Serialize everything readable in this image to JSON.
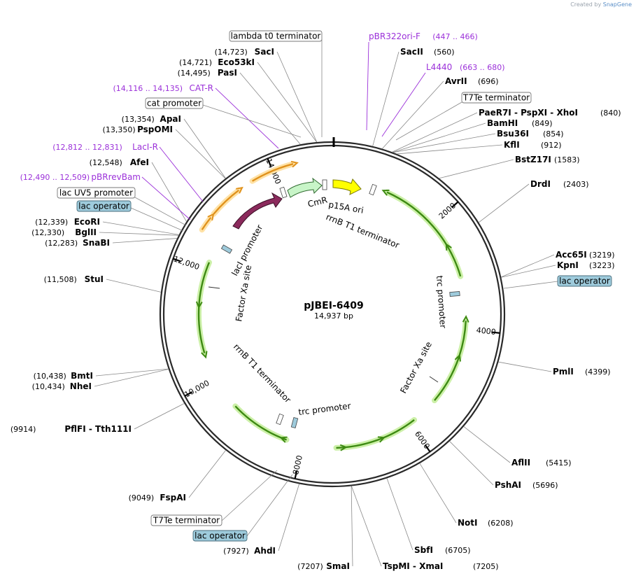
{
  "credit": {
    "prefix": "Created by",
    "brand": "SnapGene"
  },
  "plasmid": {
    "name": "pJBEI-6409",
    "length_label": "14,937 bp",
    "length": 14937
  },
  "colors": {
    "backbone": "#2a2a2a",
    "enzyme": "#000000",
    "primer": "#9b30d9",
    "leader": "#888888",
    "feature_label_border": "#777777",
    "lac_operator_fill": "#9ecbdc",
    "cds_green": "#3d8a12",
    "cds_glow": "#ccf0a8",
    "cds_orange": "#e0921c",
    "cds_orange_glow": "#ffe2a6",
    "laci": "#8b2a5c",
    "cmr": "#c8f5c8",
    "p15a": "#ffff00"
  },
  "ticks": [
    {
      "bp": 2000,
      "label": "2000"
    },
    {
      "bp": 4000,
      "label": "4000"
    },
    {
      "bp": 6000,
      "label": "6000"
    },
    {
      "bp": 8000,
      "label": "8000"
    },
    {
      "bp": 10000,
      "label": "10,000"
    },
    {
      "bp": 12000,
      "label": "12,000"
    },
    {
      "bp": 14000,
      "label": "14,000"
    }
  ],
  "enzymes_right": [
    {
      "name": "SacII",
      "pos": "(560)",
      "bp": 560
    },
    {
      "name": "AvrII",
      "pos": "(696)",
      "bp": 696
    },
    {
      "name": "PaeR7I  -  PspXI  -  XhoI",
      "pos": "(840)",
      "bp": 840
    },
    {
      "name": "BamHI",
      "pos": "(849)",
      "bp": 849
    },
    {
      "name": "Bsu36I",
      "pos": "(854)",
      "bp": 854
    },
    {
      "name": "KflI",
      "pos": "(912)",
      "bp": 912
    },
    {
      "name": "BstZ17I",
      "pos": "(1583)",
      "bp": 1583
    },
    {
      "name": "DrdI",
      "pos": "(2403)",
      "bp": 2403
    },
    {
      "name": "Acc65I",
      "pos": "(3219)",
      "bp": 3219
    },
    {
      "name": "KpnI",
      "pos": "(3223)",
      "bp": 3223
    },
    {
      "name": "PmlI",
      "pos": "(4399)",
      "bp": 4399
    },
    {
      "name": "AflII",
      "pos": "(5415)",
      "bp": 5415
    },
    {
      "name": "PshAI",
      "pos": "(5696)",
      "bp": 5696
    },
    {
      "name": "NotI",
      "pos": "(6208)",
      "bp": 6208
    },
    {
      "name": "SbfI",
      "pos": "(6705)",
      "bp": 6705
    },
    {
      "name": "TspMI  -  XmaI",
      "pos": "(7205)",
      "bp": 7205
    }
  ],
  "enzymes_left": [
    {
      "name": "SacI",
      "pos": "(14,723)",
      "bp": 14723
    },
    {
      "name": "Eco53kI",
      "pos": "(14,721)",
      "bp": 14721
    },
    {
      "name": "PasI",
      "pos": "(14,495)",
      "bp": 14495
    },
    {
      "name": "ApaI",
      "pos": "(13,354)",
      "bp": 13354
    },
    {
      "name": "PspOMI",
      "pos": "(13,350)",
      "bp": 13350
    },
    {
      "name": "AfeI",
      "pos": "(12,548)",
      "bp": 12548
    },
    {
      "name": "EcoRI",
      "pos": "(12,339)",
      "bp": 12339
    },
    {
      "name": "BglII",
      "pos": "(12,330)",
      "bp": 12330
    },
    {
      "name": "SnaBI",
      "pos": "(12,283)",
      "bp": 12283
    },
    {
      "name": "StuI",
      "pos": "(11,508)",
      "bp": 11508
    },
    {
      "name": "BmtI",
      "pos": "(10,438)",
      "bp": 10438
    },
    {
      "name": "NheI",
      "pos": "(10,434)",
      "bp": 10434
    },
    {
      "name": "PflFI  -  Tth111I",
      "pos": "(9914)",
      "bp": 9914
    },
    {
      "name": "FspAI",
      "pos": "(9049)",
      "bp": 9049
    },
    {
      "name": "AhdI",
      "pos": "(7927)",
      "bp": 7927
    },
    {
      "name": "SmaI",
      "pos": "(7207)",
      "bp": 7207
    }
  ],
  "primers": [
    {
      "name": "pBR322ori-F",
      "pos": "(447 .. 466)",
      "bp": 456
    },
    {
      "name": "L4440",
      "pos": "(663 .. 680)",
      "bp": 671
    },
    {
      "name": "CAT-R",
      "pos": "(14,116 .. 14,135)",
      "bp": 14125
    },
    {
      "name": "LacI-R",
      "pos": "(12,812 .. 12,831)",
      "bp": 12821
    },
    {
      "name": "pBRrevBam",
      "pos": "(12,490 .. 12,509)",
      "bp": 12499
    }
  ],
  "boxed_features": [
    {
      "name": "lambda t0 terminator",
      "style": "terminator",
      "bp": 14840
    },
    {
      "name": "T7Te terminator",
      "style": "terminator",
      "bp": 880
    },
    {
      "name": "cat promoter",
      "style": "terminator",
      "bp": 14180
    },
    {
      "name": "lac UV5 promoter",
      "style": "terminator",
      "bp": 12330
    },
    {
      "name": "lac operator",
      "style": "operator",
      "bp": 12300
    },
    {
      "name": "lac operator",
      "style": "operator",
      "bp": 3450
    },
    {
      "name": "T7Te terminator",
      "style": "terminator",
      "bp": 8350
    },
    {
      "name": "lac operator",
      "style": "operator",
      "bp": 8300
    }
  ],
  "inner_labels": [
    {
      "name": "CmR"
    },
    {
      "name": "lacI"
    },
    {
      "name": "p15A ori"
    },
    {
      "name": "rrnB T1 terminator"
    },
    {
      "name": "lacI promoter"
    },
    {
      "name": "Factor Xa site"
    },
    {
      "name": "trc promoter"
    },
    {
      "name": "Factor Xa site"
    },
    {
      "name": "rrnB T1 terminator"
    },
    {
      "name": "trc promoter"
    }
  ]
}
